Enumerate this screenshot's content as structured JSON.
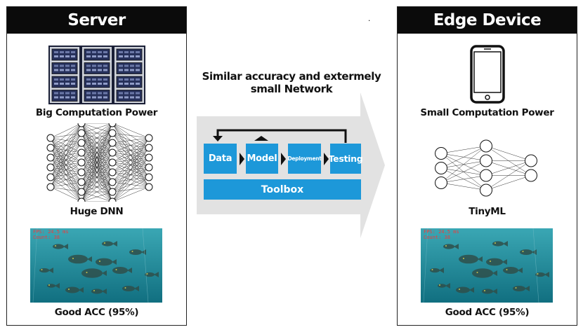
{
  "server": {
    "title": "Server",
    "computation_caption": "Big Computation Power",
    "network_caption": "Huge DNN",
    "result_caption": "Good ACC (95%)"
  },
  "edge": {
    "title": "Edge Device",
    "computation_caption": "Small Computation Power",
    "network_caption": "TinyML",
    "result_caption": "Good ACC (95%)"
  },
  "center": {
    "tagline": "Similar accuracy and extermely small Network",
    "steps": [
      "Data",
      "Model",
      "Deployment",
      "Testing"
    ],
    "toolbox_label": "Toolbox"
  },
  "colors": {
    "step_blue": "#1d98d9",
    "header_black": "#0b0b0b",
    "arrow_gray": "#e2e2e2",
    "water": "#1b8fa0"
  },
  "icons": {
    "server": "server-rack-icon",
    "edge": "smartphone-icon"
  }
}
